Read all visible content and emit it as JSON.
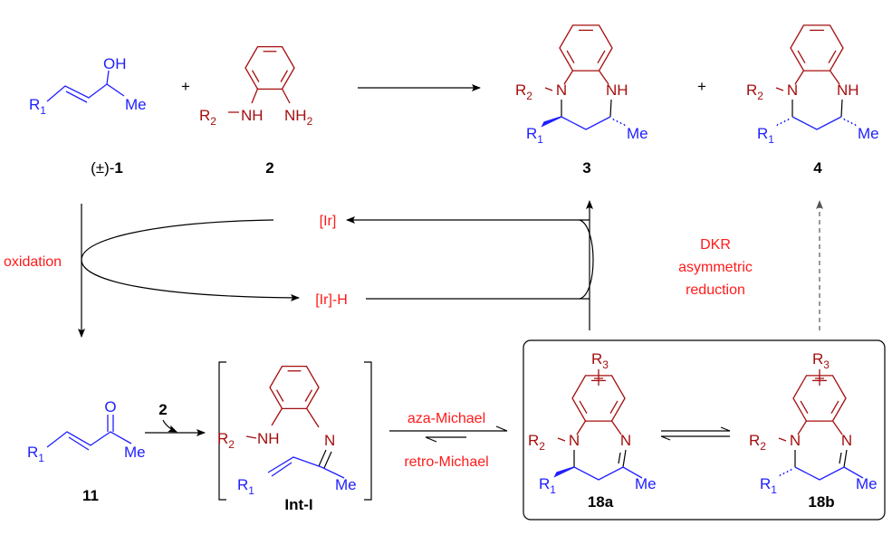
{
  "compounds": {
    "c1": {
      "label_prefix": "(±)-",
      "label_num": "1",
      "R1": "R1",
      "OH": "OH",
      "Me": "Me"
    },
    "c2": {
      "label": "2",
      "R2": "R2",
      "NH": "NH",
      "NH2": "NH2"
    },
    "c3": {
      "label": "3",
      "R1": "R1",
      "R2": "R2",
      "N": "N",
      "NH": "NH",
      "Me": "Me"
    },
    "c4": {
      "label": "4",
      "R1": "R1",
      "R2": "R2",
      "N": "N",
      "NH": "NH",
      "Me": "Me"
    },
    "c11": {
      "label": "11",
      "R1": "R1",
      "O": "O",
      "Me": "Me"
    },
    "intI": {
      "label": "Int-I",
      "R1": "R1",
      "R2": "R2",
      "NH": "NH",
      "N": "N",
      "Me": "Me"
    },
    "c18a": {
      "label": "18a",
      "R1": "R1",
      "R2": "R2",
      "R3": "R3",
      "N": "N",
      "N2": "N",
      "Me": "Me"
    },
    "c18b": {
      "label": "18b",
      "R1": "R1",
      "R2": "R2",
      "R3": "R3",
      "N": "N",
      "N2": "N",
      "Me": "Me"
    }
  },
  "symbols": {
    "plus1": "+",
    "plus2": "+",
    "reagent2": "2"
  },
  "catalyst": {
    "ir": "[Ir]",
    "irh": "[Ir]-H"
  },
  "conditions": {
    "oxidation": "oxidation",
    "dkr_lines": [
      "DKR",
      "asymmetric",
      "reduction"
    ],
    "aza_michael": "aza-Michael",
    "retro_michael": "retro-Michael"
  },
  "colors": {
    "blue": "#1f1fff",
    "darkred": "#a50e0e",
    "red": "#ff1a1a"
  }
}
